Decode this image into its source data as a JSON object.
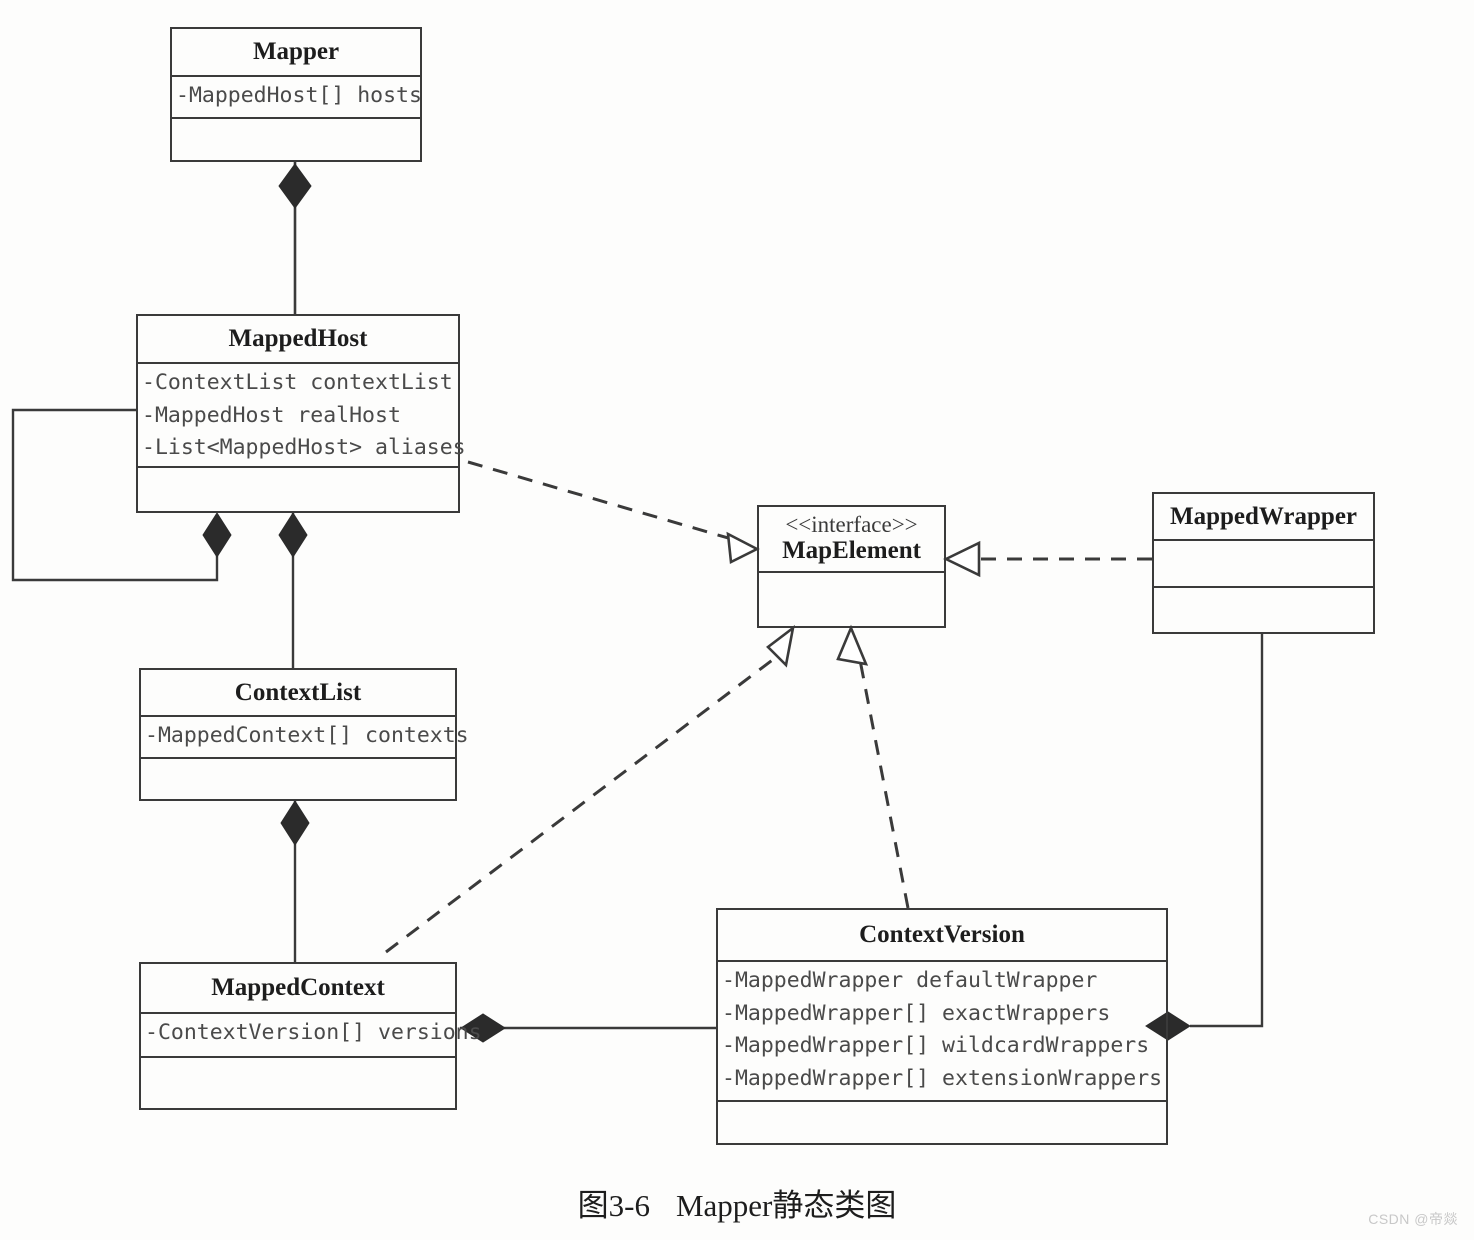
{
  "figure": {
    "caption_number": "图3-6",
    "caption_title": "Mapper静态类图",
    "watermark": "CSDN @帝燚"
  },
  "classes": {
    "mapper": {
      "name": "Mapper",
      "attributes": [
        "-MappedHost[] hosts"
      ],
      "operations": []
    },
    "mappedhost": {
      "name": "MappedHost",
      "attributes": [
        "-ContextList contextList",
        "-MappedHost realHost",
        "-List<MappedHost> aliases"
      ],
      "operations": []
    },
    "contextlist": {
      "name": "ContextList",
      "attributes": [
        "-MappedContext[] contexts"
      ],
      "operations": []
    },
    "mappedcontext": {
      "name": "MappedContext",
      "attributes": [
        "-ContextVersion[] versions"
      ],
      "operations": []
    },
    "mapelement": {
      "stereotype": "<<interface>>",
      "name": "MapElement",
      "attributes": [],
      "operations": []
    },
    "mappedwrapper": {
      "name": "MappedWrapper",
      "attributes": [],
      "operations": []
    },
    "contextversion": {
      "name": "ContextVersion",
      "attributes": [
        "-MappedWrapper defaultWrapper",
        "-MappedWrapper[] exactWrappers",
        "-MappedWrapper[] wildcardWrappers",
        "-MappedWrapper[] extensionWrappers"
      ],
      "operations": []
    }
  },
  "relations": [
    {
      "name": "mapper-composes-mappedhost",
      "type": "composition",
      "from": "Mapper",
      "to": "MappedHost"
    },
    {
      "name": "mappedhost-composes-mappedhost",
      "type": "composition",
      "from": "MappedHost",
      "to": "MappedHost"
    },
    {
      "name": "mappedhost-composes-contextlist",
      "type": "composition",
      "from": "MappedHost",
      "to": "ContextList"
    },
    {
      "name": "contextlist-composes-mappedcontext",
      "type": "composition",
      "from": "ContextList",
      "to": "MappedContext"
    },
    {
      "name": "mappedcontext-composes-contextversion",
      "type": "composition",
      "from": "MappedContext",
      "to": "ContextVersion"
    },
    {
      "name": "contextversion-composes-mappedwrapper",
      "type": "composition",
      "from": "ContextVersion",
      "to": "MappedWrapper"
    },
    {
      "name": "mappedhost-realizes-mapelement",
      "type": "realization",
      "from": "MappedHost",
      "to": "MapElement"
    },
    {
      "name": "mappedcontext-realizes-mapelement",
      "type": "realization",
      "from": "MappedContext",
      "to": "MapElement"
    },
    {
      "name": "contextversion-realizes-mapelement",
      "type": "realization",
      "from": "ContextVersion",
      "to": "MapElement"
    },
    {
      "name": "mappedwrapper-realizes-mapelement",
      "type": "realization",
      "from": "MappedWrapper",
      "to": "MapElement"
    }
  ],
  "style": {
    "line_color": "#3a3a3a",
    "text_color": "#1d1d1d",
    "attr_color": "#4a4a4a",
    "background": "#fdfdfc"
  }
}
